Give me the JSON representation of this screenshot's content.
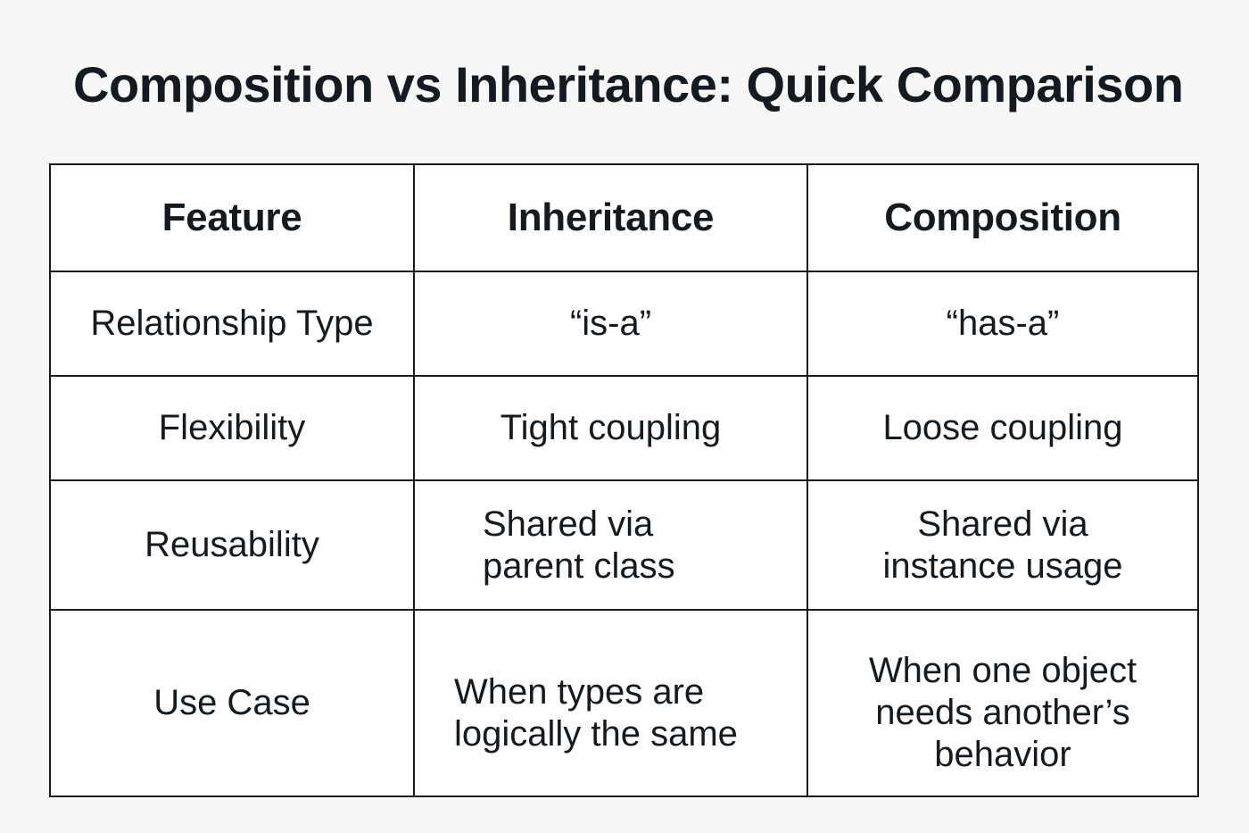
{
  "title": "Composition vs Inheritance: Quick Comparison",
  "table": {
    "headers": [
      "Feature",
      "Inheritance",
      "Composition"
    ],
    "rows": [
      {
        "feature": "Relationship Type",
        "inheritance": "“is-a”",
        "composition": "“has-a”"
      },
      {
        "feature": "Flexibility",
        "inheritance": "Tight coupling",
        "composition": "Loose coupling"
      },
      {
        "feature": "Reusability",
        "inheritance": [
          "Shared via",
          "parent class"
        ],
        "composition": [
          "Shared via",
          "instance usage"
        ]
      },
      {
        "feature": "Use Case",
        "inheritance": [
          "When types are",
          "logically the same"
        ],
        "composition": [
          "When one object",
          "needs another’s",
          "behavior"
        ]
      }
    ]
  },
  "colors": {
    "background": "#f7f7f7",
    "cell_background": "#ffffff",
    "border": "#1a1a1a",
    "text": "#151a1f"
  }
}
